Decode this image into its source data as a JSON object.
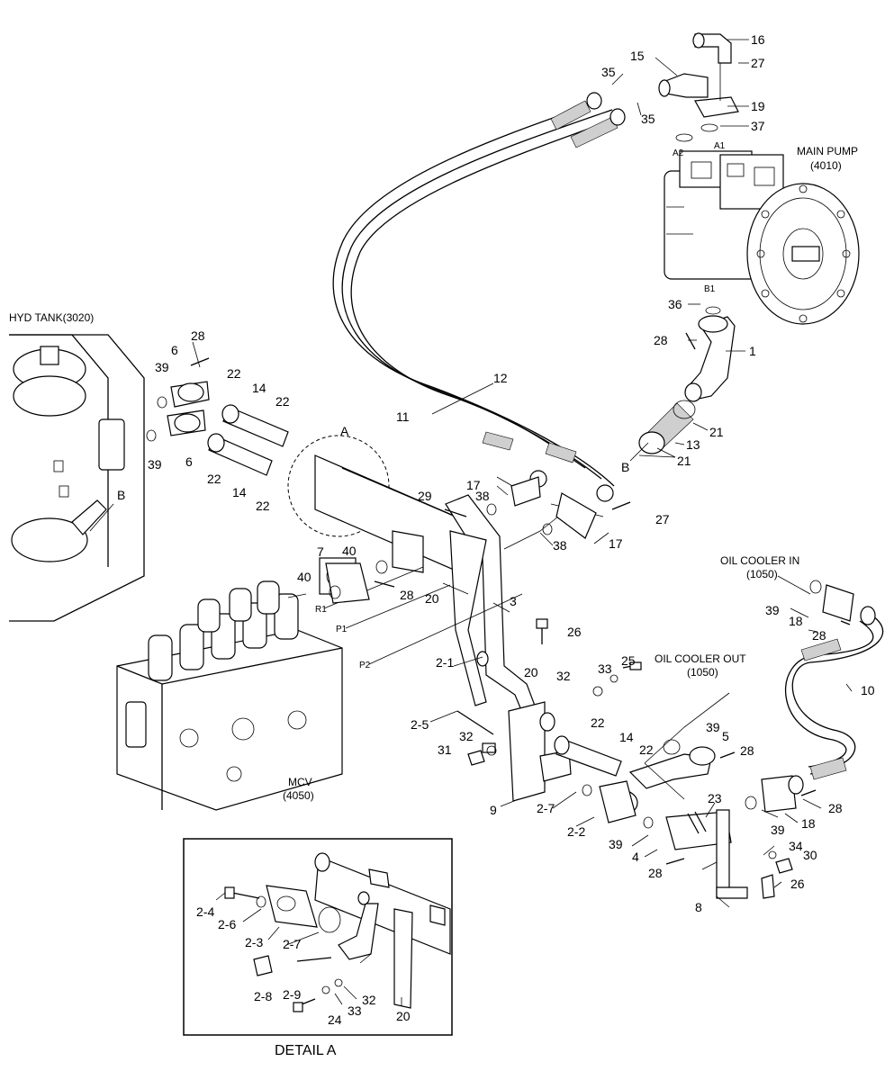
{
  "labels": {
    "main_pump": [
      "MAIN PUMP",
      "(4010)"
    ],
    "hyd_tank": "HYD TANK(3020)",
    "mcv": [
      "MCV",
      "(4050)"
    ],
    "oil_cooler_in": [
      "OIL COOLER IN",
      "(1050)"
    ],
    "oil_cooler_out": [
      "OIL COOLER OUT",
      "(1050)"
    ],
    "detail_title": "DETAIL A",
    "port_a1": "A1",
    "port_a2": "A2",
    "port_b1": "B1",
    "port_r1": "R1",
    "port_p1": "P1",
    "port_p2": "P2",
    "view_a": "A",
    "view_b_pump": "B",
    "view_b_tank": "B"
  },
  "callouts": {
    "c16": "16",
    "c15": "15",
    "c27a": "27",
    "c35a": "35",
    "c35b": "35",
    "c19": "19",
    "c37": "37",
    "c36": "36",
    "c28a": "28",
    "c1": "1",
    "c21a": "21",
    "c13": "13",
    "c21b": "21",
    "c12": "12",
    "c11": "11",
    "c28b": "28",
    "c6a": "6",
    "c39a": "39",
    "c22a": "22",
    "c14a": "14",
    "c22b": "22",
    "c39b": "39",
    "c6b": "6",
    "c22c": "22",
    "c14b": "14",
    "c22d": "22",
    "c17a": "17",
    "c38a": "38",
    "c29": "29",
    "c27b": "27",
    "c38b": "38",
    "c17b": "17",
    "c7": "7",
    "c40a": "40",
    "c40b": "40",
    "c28c": "28",
    "c20a": "20",
    "c3": "3",
    "c26a": "26",
    "c25": "25",
    "c33a": "33",
    "c32a": "32",
    "c21": "2-1",
    "c20b": "20",
    "c25b": "2-5",
    "c32b": "32",
    "c31": "31",
    "c22e": "22",
    "c14c": "14",
    "c22f": "22",
    "c39c": "39",
    "c5": "5",
    "c28d": "28",
    "c9": "9",
    "c27c": "2-7",
    "c23": "23",
    "c22g": "2-2",
    "c39d": "39",
    "c4": "4",
    "c28e": "28",
    "c34": "34",
    "c30": "30",
    "c26b": "26",
    "c8": "8",
    "c39e": "39",
    "c18a": "18",
    "c28f": "28",
    "c10": "10",
    "c18b": "18",
    "c28g": "28",
    "c39f": "39",
    "d24": "2-4",
    "d26": "2-6",
    "d23": "2-3",
    "d27": "2-7",
    "d28": "2-8",
    "d29": "2-9",
    "d33": "33",
    "d32": "32",
    "d24b": "24",
    "d20": "20"
  }
}
